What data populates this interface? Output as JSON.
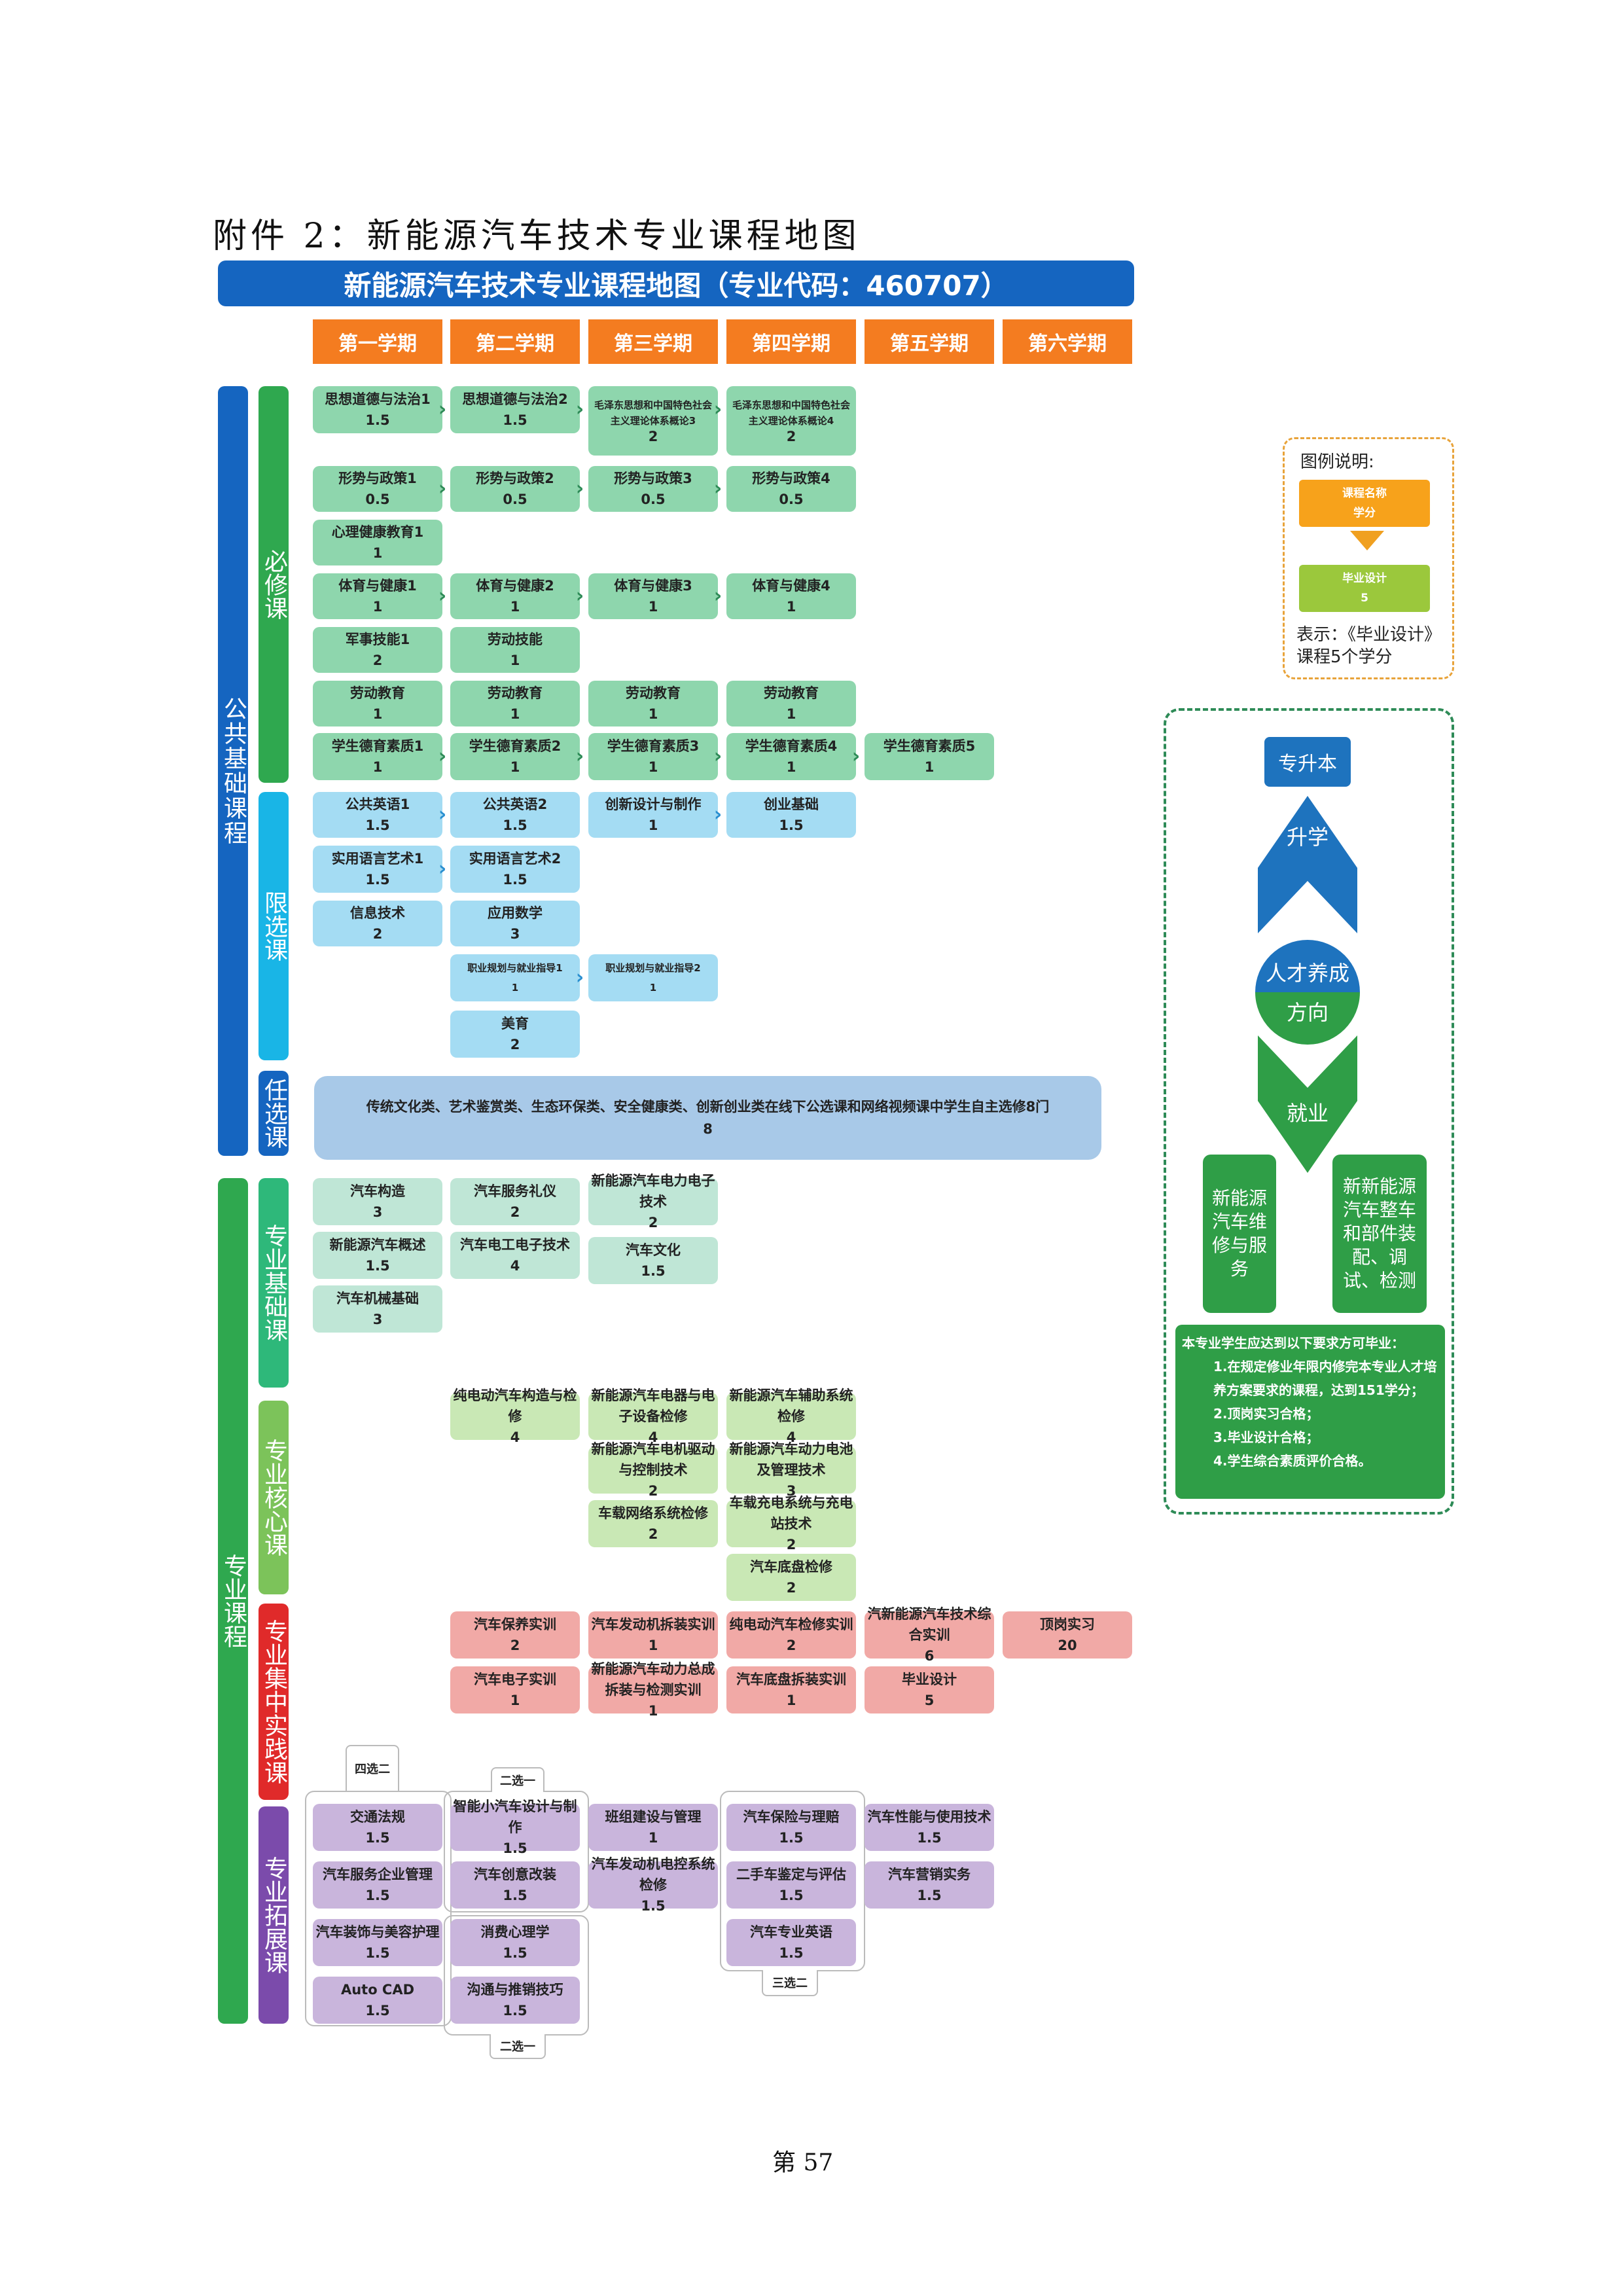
{
  "heading": "附件 2：新能源汽车技术专业课程地图",
  "banner": "新能源汽车技术专业课程地图（专业代码：460707）",
  "semesters": [
    "第一学期",
    "第二学期",
    "第三学期",
    "第四学期",
    "第五学期",
    "第六学期"
  ],
  "categories": {
    "public": "公共基础课程",
    "required": "必修课",
    "limited": "限选课",
    "optional": "任选课",
    "major": "专业课程",
    "major_basic": "专业基础课",
    "major_core": "专业核心课",
    "major_practice": "专业集中实践课",
    "major_extend": "专业拓展课"
  },
  "courses": {
    "sz1": {
      "name": "思想道德与法治1",
      "credit": "1.5"
    },
    "sz2": {
      "name": "思想道德与法治2",
      "credit": "1.5"
    },
    "mz3": {
      "name": "毛泽东思想和中国特色社会主义理论体系概论3",
      "credit": "2"
    },
    "mz4": {
      "name": "毛泽东思想和中国特色社会主义理论体系概论4",
      "credit": "2"
    },
    "xs1": {
      "name": "形势与政策1",
      "credit": "0.5"
    },
    "xs2": {
      "name": "形势与政策2",
      "credit": "0.5"
    },
    "xs3": {
      "name": "形势与政策3",
      "credit": "0.5"
    },
    "xs4": {
      "name": "形势与政策4",
      "credit": "0.5"
    },
    "xl1": {
      "name": "心理健康教育1",
      "credit": "1"
    },
    "ty1": {
      "name": "体育与健康1",
      "credit": "1"
    },
    "ty2": {
      "name": "体育与健康2",
      "credit": "1"
    },
    "ty3": {
      "name": "体育与健康3",
      "credit": "1"
    },
    "ty4": {
      "name": "体育与健康4",
      "credit": "1"
    },
    "js1": {
      "name": "军事技能1",
      "credit": "2"
    },
    "ldjn": {
      "name": "劳动技能",
      "credit": "1"
    },
    "ld1": {
      "name": "劳动教育",
      "credit": "1"
    },
    "ld2": {
      "name": "劳动教育",
      "credit": "1"
    },
    "ld3": {
      "name": "劳动教育",
      "credit": "1"
    },
    "ld4": {
      "name": "劳动教育",
      "credit": "1"
    },
    "dy1": {
      "name": "学生德育素质1",
      "credit": "1"
    },
    "dy2": {
      "name": "学生德育素质2",
      "credit": "1"
    },
    "dy3": {
      "name": "学生德育素质3",
      "credit": "1"
    },
    "dy4": {
      "name": "学生德育素质4",
      "credit": "1"
    },
    "dy5": {
      "name": "学生德育素质5",
      "credit": "1"
    },
    "yy1": {
      "name": "公共英语1",
      "credit": "1.5"
    },
    "yy2": {
      "name": "公共英语2",
      "credit": "1.5"
    },
    "cx": {
      "name": "创新设计与制作",
      "credit": "1"
    },
    "cy": {
      "name": "创业基础",
      "credit": "1.5"
    },
    "sy1": {
      "name": "实用语言艺术1",
      "credit": "1.5"
    },
    "sy2": {
      "name": "实用语言艺术2",
      "credit": "1.5"
    },
    "xx": {
      "name": "信息技术",
      "credit": "2"
    },
    "sx": {
      "name": "应用数学",
      "credit": "3"
    },
    "zy1": {
      "name": "职业规划与就业指导1",
      "credit": "1"
    },
    "zy2": {
      "name": "职业规划与就业指导2",
      "credit": "1"
    },
    "my": {
      "name": "美育",
      "credit": "2"
    },
    "qcgz": {
      "name": "汽车构造",
      "credit": "3"
    },
    "fwly": {
      "name": "汽车服务礼仪",
      "credit": "2"
    },
    "dldz": {
      "name": "新能源汽车电力电子技术",
      "credit": "2"
    },
    "xngs": {
      "name": "新能源汽车概述",
      "credit": "1.5"
    },
    "dgdz": {
      "name": "汽车电工电子技术",
      "credit": "4"
    },
    "qcwh": {
      "name": "汽车文化",
      "credit": "1.5"
    },
    "jxjc": {
      "name": "汽车机械基础",
      "credit": "3"
    },
    "cdgz": {
      "name": "纯电动汽车构造与检修",
      "credit": "4"
    },
    "dqsb": {
      "name": "新能源汽车电器与电子设备检修",
      "credit": "4"
    },
    "fzxt": {
      "name": "新能源汽车辅助系统检修",
      "credit": "4"
    },
    "djqd": {
      "name": "新能源汽车电机驱动与控制技术",
      "credit": "2"
    },
    "dldc": {
      "name": "新能源汽车动力电池及管理技术",
      "credit": "3"
    },
    "czwl": {
      "name": "车载网络系统检修",
      "credit": "2"
    },
    "czcd": {
      "name": "车载充电系统与充电站技术",
      "credit": "2"
    },
    "dpjx": {
      "name": "汽车底盘检修",
      "credit": "2"
    },
    "bysx": {
      "name": "汽车保养实训",
      "credit": "2"
    },
    "fdjcz": {
      "name": "汽车发动机拆装实训",
      "credit": "1"
    },
    "cdjx": {
      "name": "纯电动汽车检修实训",
      "credit": "2"
    },
    "zhsx": {
      "name": "汽新能源汽车技术综合实训",
      "credit": "6"
    },
    "dgsx": {
      "name": "顶岗实习",
      "credit": "20"
    },
    "dzsx": {
      "name": "汽车电子实训",
      "credit": "1"
    },
    "dlzc": {
      "name": "新能源汽车动力总成拆装与检测实训",
      "credit": "1"
    },
    "dpcz": {
      "name": "汽车底盘拆装实训",
      "credit": "1"
    },
    "bysj": {
      "name": "毕业设计",
      "credit": "5"
    },
    "jtfg": {
      "name": "交通法规",
      "credit": "1.5"
    },
    "xcsj": {
      "name": "智能小汽车设计与制作",
      "credit": "1.5"
    },
    "bzjs": {
      "name": "班组建设与管理",
      "credit": "1"
    },
    "bxlp": {
      "name": "汽车保险与理赔",
      "credit": "1.5"
    },
    "xnsy": {
      "name": "汽车性能与使用技术",
      "credit": "1.5"
    },
    "fwqy": {
      "name": "汽车服务企业管理",
      "credit": "1.5"
    },
    "cygz": {
      "name": "汽车创意改装",
      "credit": "1.5"
    },
    "fdjdk": {
      "name": "汽车发动机电控系统检修",
      "credit": "1.5"
    },
    "escpg": {
      "name": "二手车鉴定与评估",
      "credit": "1.5"
    },
    "yxsw": {
      "name": "汽车营销实务",
      "credit": "1.5"
    },
    "zsmr": {
      "name": "汽车装饰与美容护理",
      "credit": "1.5"
    },
    "xfxl": {
      "name": "消费心理学",
      "credit": "1.5"
    },
    "zyyy": {
      "name": "汽车专业英语",
      "credit": "1.5"
    },
    "cad": {
      "name": "Auto CAD",
      "credit": "1.5"
    },
    "gttx": {
      "name": "沟通与推销技巧",
      "credit": "1.5"
    }
  },
  "elective": {
    "text": "传统文化类、艺术鉴赏类、生态环保类、安全健康类、创新创业类在线下公选课和网络视频课中学生自主选修8门",
    "credit": "8"
  },
  "choice_tags": {
    "g1": "四选二",
    "g2": "二选一",
    "g3": "二选一",
    "g4": "三选二"
  },
  "legend": {
    "title": "图例说明:",
    "sample_name": "课程名称",
    "sample_credit": "学分",
    "example_name": "毕业设计",
    "example_credit": "5",
    "note": "表示：《毕业设计》课程5个学分"
  },
  "paths": {
    "upgrade": "专升本",
    "up": "升学",
    "center_top": "人才养成",
    "center_bottom": "方向",
    "down": "就业",
    "job1": "新能源汽车维修与服务",
    "job2": "新新能源汽车整车和部件装配、调试、检测"
  },
  "requirements": {
    "title": "本专业学生应达到以下要求方可毕业：",
    "items": [
      "1.在规定修业年限内修完本专业人才培养方案要求的课程，达到151学分；",
      "2.顶岗实习合格；",
      "3.毕业设计合格；",
      "4.学生综合素质评价合格。"
    ]
  },
  "page_number": "第 57",
  "colors": {
    "banner": "#1565c0",
    "semester": "#f47c20",
    "required": "#8ed6ad",
    "limited": "#a4dcf3",
    "basic": "#bfe6d6",
    "core": "#c9e8b5",
    "practice": "#f1a9a6",
    "extend": "#c9b5dc"
  }
}
